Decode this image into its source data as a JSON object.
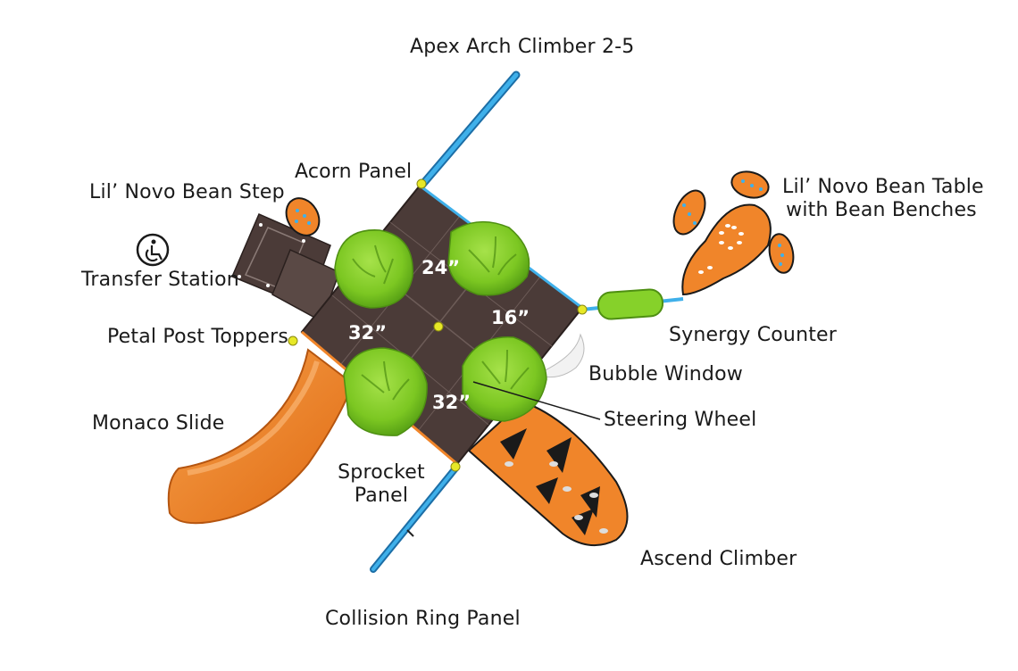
{
  "labels": {
    "apex_arch_climber": "Apex Arch Climber 2-5",
    "acorn_panel": "Acorn Panel",
    "bean_step": "Lil’ Novo Bean Step",
    "transfer_station": "Transfer Station",
    "petal_post_toppers": "Petal Post Toppers",
    "monaco_slide": "Monaco Slide",
    "sprocket_panel_line1": "Sprocket",
    "sprocket_panel_line2": "Panel",
    "collision_ring_panel": "Collision Ring Panel",
    "bean_table_line1": "Lil’ Novo Bean Table",
    "bean_table_line2": "with Bean Benches",
    "synergy_counter": "Synergy Counter",
    "bubble_window": "Bubble Window",
    "steering_wheel": "Steering Wheel",
    "ascend_climber": "Ascend Climber"
  },
  "deck_heights": {
    "top": "24”",
    "right": "16”",
    "left": "32”",
    "bottom": "32”"
  },
  "colors": {
    "deck": "#4b3b38",
    "roof_green": "#86d12a",
    "slide_orange": "#f0852a",
    "post_blue": "#2f9fd8",
    "post_cap_yellow": "#e7e827"
  },
  "icons": [
    "accessibility-icon"
  ]
}
